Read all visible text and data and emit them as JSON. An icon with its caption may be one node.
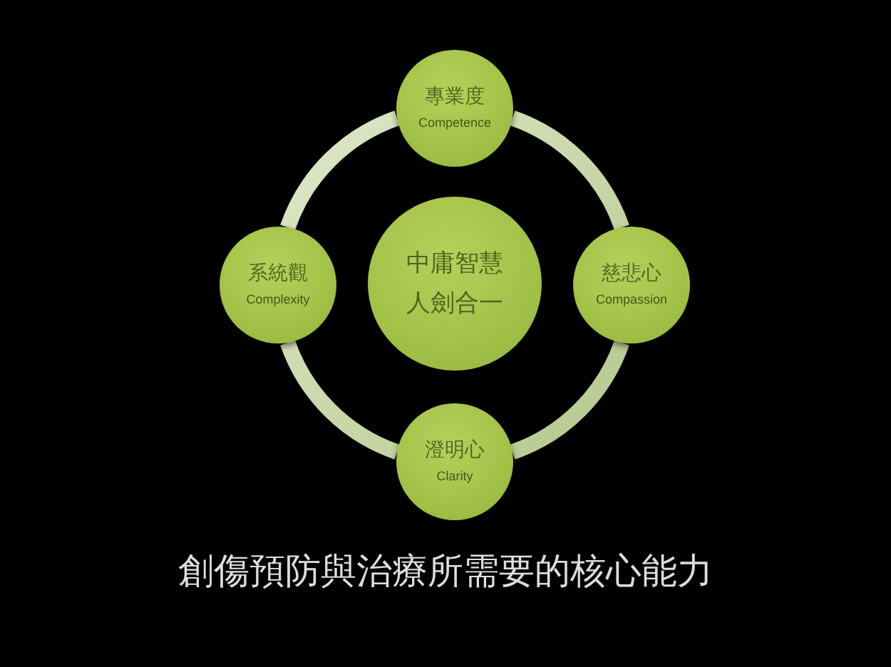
{
  "diagram": {
    "caption": "創傷預防與治療所需要的核心能力",
    "nodes": [
      {
        "text": [
          "專業度",
          "Competence"
        ]
      },
      {
        "text": [
          "系統觀",
          "Complexity"
        ]
      },
      {
        "text": [
          "中庸智慧",
          "人劍合一"
        ]
      },
      {
        "text": [
          "慈悲心",
          "Compassion"
        ]
      },
      {
        "text": [
          "澄明心",
          "Clarity"
        ]
      }
    ],
    "edges": [
      {
        "from": 0,
        "to": 3,
        "arrow": "none"
      },
      {
        "from": 3,
        "to": 4,
        "arrow": "none"
      },
      {
        "from": 4,
        "to": 1,
        "arrow": "none"
      },
      {
        "from": 1,
        "to": 0,
        "arrow": "none"
      }
    ]
  }
}
